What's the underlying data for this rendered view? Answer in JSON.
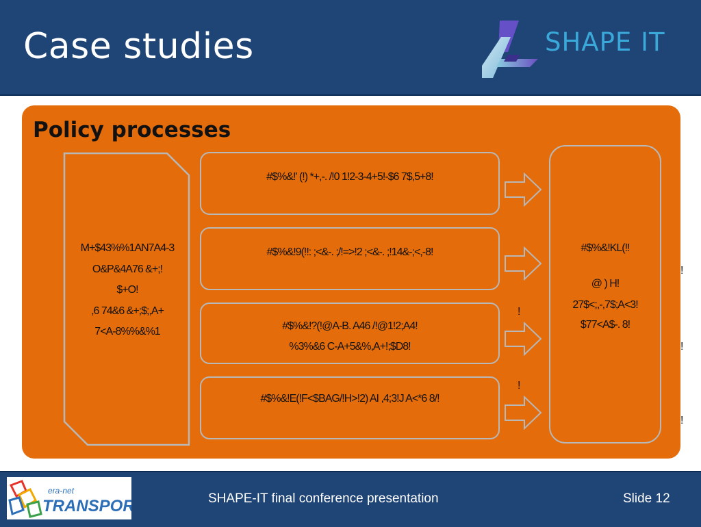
{
  "header": {
    "title": "Case studies",
    "logo_text": "SHAPE IT"
  },
  "section": {
    "title": "Policy processes"
  },
  "left_document": {
    "lines": [
      "M+$43%%1AN7A4-3",
      "O&P&4A76 &+;!",
      "$+O!",
      ",6 74&6 &+;$;,A+",
      "7<A-8%%&%1"
    ]
  },
  "process_boxes": [
    {
      "lines": [
        "#$%&!' (!) *+,-. /!0 1!2-3-4+5!-$6 7$,5+8!"
      ]
    },
    {
      "lines": [
        "#$%&!9(!!: ;<&-. ;/!=>!2 ;<&-. ;!14&-;<,-8!"
      ]
    },
    {
      "lines": [
        "#$%&!?(!@A-B. A46 /!@1!2;A4!",
        "%3%&6 C-A+5&%,A+!;$D8!"
      ]
    },
    {
      "lines": [
        "#$%&!E(!F<$BAG/!H>!2) AI ,4;3!J A<*6 8/!"
      ]
    }
  ],
  "output_box": {
    "line1": "#$%&!KL(!!",
    "line2": "@ )  H!",
    "line3": "27$<;,-,7$;A<3!",
    "line4": "$77<A$-. 8!"
  },
  "stray_marks": [
    "!",
    "!",
    "!",
    "!",
    "!"
  ],
  "footer": {
    "logo_alt": "era-net TRANSPORT",
    "logo_small": "era-net",
    "logo_big": "TRANSPORT",
    "caption": "SHAPE-IT final conference presentation",
    "slide_number": "Slide 12"
  },
  "colors": {
    "header_bg": "#1f4476",
    "panel_orange": "#e46c0a",
    "box_border": "#b8b8b8",
    "logo_blue": "#3aa8d8"
  }
}
